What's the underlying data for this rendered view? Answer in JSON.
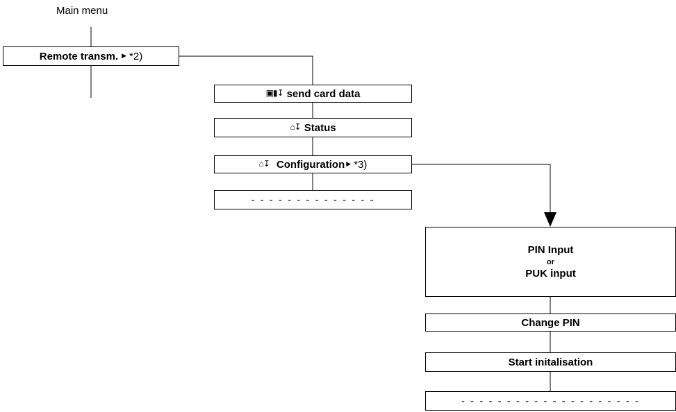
{
  "header": {
    "main_menu": "Main menu"
  },
  "remote": {
    "label": "Remote transm.",
    "note": "*2)",
    "arrow_icon": "right-triangle-icon"
  },
  "submenu": {
    "send_card_data": {
      "icon": "card-transfer-icon",
      "label": "send card data"
    },
    "status": {
      "icon": "house-down-icon",
      "label": "Status"
    },
    "configuration": {
      "icon": "house-down-icon",
      "label": "Configuration",
      "note": "*3)"
    },
    "placeholder": "- - - - - - - - - - - - - -"
  },
  "config_menu": {
    "pin_input": "PIN Input",
    "or": "or",
    "puk_input": "PUK input",
    "change_pin": "Change PIN",
    "start_init": "Start initalisation",
    "placeholder": "- - - - - - - - - - - - - - - - - - - -"
  }
}
